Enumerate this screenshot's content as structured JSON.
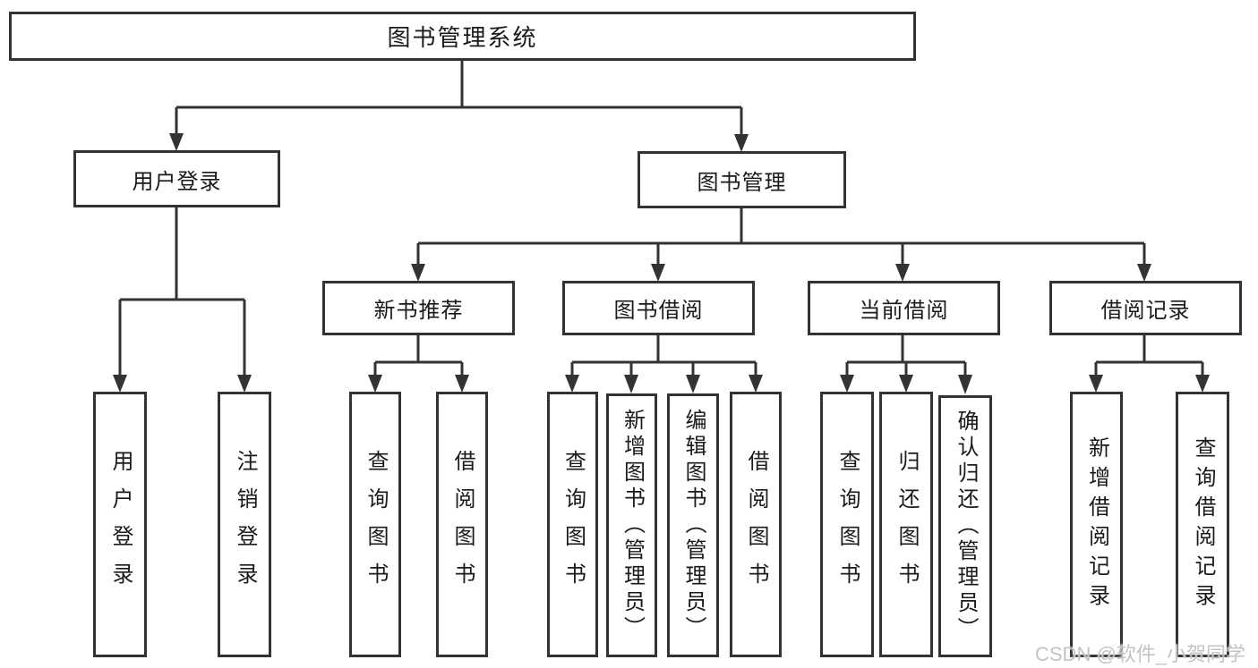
{
  "tree": {
    "root_label": "图书管理系统",
    "branches": [
      {
        "label": "用户登录",
        "children": [
          {
            "label": "用户登录"
          },
          {
            "label": "注销登录"
          }
        ]
      },
      {
        "label": "图书管理",
        "children": [
          {
            "label": "新书推荐",
            "children": [
              {
                "label": "查询图书"
              },
              {
                "label": "借阅图书"
              }
            ]
          },
          {
            "label": "图书借阅",
            "children": [
              {
                "label": "查询图书"
              },
              {
                "label": "新增图书（管理员）"
              },
              {
                "label": "编辑图书（管理员）"
              },
              {
                "label": "借阅图书"
              }
            ]
          },
          {
            "label": "当前借阅",
            "children": [
              {
                "label": "查询图书"
              },
              {
                "label": "归还图书"
              },
              {
                "label": "确认归还（管理员）"
              }
            ]
          },
          {
            "label": "借阅记录",
            "children": [
              {
                "label": "新增借阅记录"
              },
              {
                "label": "查询借阅记录"
              }
            ]
          }
        ]
      }
    ]
  },
  "watermark": {
    "text": "CSDN @软件_小贺同学"
  },
  "colors": {
    "line": "#333333",
    "box_border": "#333333",
    "text": "#1a1a1a",
    "watermark": "#c3c3c3",
    "background": "#ffffff"
  }
}
